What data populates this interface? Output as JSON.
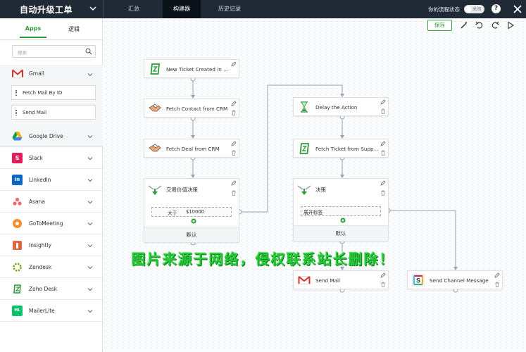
{
  "header": {
    "title": "自动升级工单",
    "tabs": [
      {
        "label": "汇总",
        "active": false
      },
      {
        "label": "构建器",
        "active": true
      },
      {
        "label": "历史记录",
        "active": false
      }
    ],
    "flow_status_label": "你的流程状态",
    "toggle_text": "关闭",
    "help_label": "?"
  },
  "sidebar": {
    "tabs": [
      {
        "label": "Apps",
        "active": true
      },
      {
        "label": "逻辑",
        "active": false
      }
    ],
    "search_placeholder": "搜索",
    "expanded_app": {
      "name": "Gmail",
      "actions": [
        "Fetch Mail By ID",
        "Send Mail"
      ]
    },
    "apps": [
      {
        "name": "Google Drive",
        "icon": "google-drive-icon",
        "color": "#f4b400"
      },
      {
        "name": "Slack",
        "icon": "slack-icon",
        "color": "#e01e5a"
      },
      {
        "name": "LinkedIn",
        "icon": "linkedin-icon",
        "color": "#0a66c2"
      },
      {
        "name": "Asana",
        "icon": "asana-icon",
        "color": "#f06a6a"
      },
      {
        "name": "GoToMeeting",
        "icon": "gotomeeting-icon",
        "color": "#f68d2e"
      },
      {
        "name": "Insightly",
        "icon": "insightly-icon",
        "color": "#e2633f"
      },
      {
        "name": "Zendesk",
        "icon": "zendesk-icon",
        "color": "#78a300"
      },
      {
        "name": "Zoho Desk",
        "icon": "zoho-desk-icon",
        "color": "#2f9a3c"
      },
      {
        "name": "MailerLite",
        "icon": "mailerlite-icon",
        "color": "#09c269"
      }
    ]
  },
  "toolbar": {
    "save_label": "保存"
  },
  "flow": {
    "trigger": {
      "label": "New Ticket Created in ...",
      "icon": "zoho-desk-icon"
    },
    "fetch_contact": {
      "label": "Fetch Contact from CRM",
      "icon": "crm-handshake-icon"
    },
    "fetch_deal": {
      "label": "Fetch Deal from CRM",
      "icon": "crm-handshake-icon"
    },
    "decision1": {
      "label": "交易价值决策",
      "cond_op": "大于",
      "cond_value": "$10000",
      "default_label": "默认"
    },
    "delay": {
      "label": "Delay the Action",
      "icon": "hourglass-icon"
    },
    "fetch_ticket": {
      "label": "Fetch Ticket from Supp...",
      "icon": "zoho-desk-icon"
    },
    "decision2": {
      "label": "决策",
      "cond_label": "展开标签",
      "default_label": "默认"
    },
    "send_mail": {
      "label": "Send Mail",
      "icon": "gmail-icon"
    },
    "send_channel": {
      "label": "Send Channel Message",
      "icon": "slack-icon"
    }
  },
  "watermark": "图片来源于网络，侵权联系站长删除！"
}
